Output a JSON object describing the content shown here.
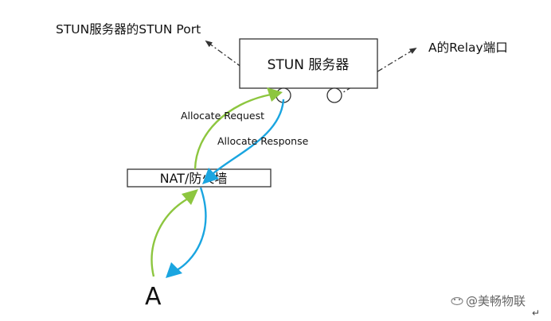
{
  "labels": {
    "stun_port": "STUN服务器的STUN Port",
    "relay_port": "A的Relay端口",
    "stun_server": "STUN 服务器",
    "allocate_request": "Allocate Request",
    "allocate_response": "Allocate Response",
    "nat_firewall": "NAT/防火墙",
    "client_a": "A",
    "watermark": "@美畅物联",
    "return_mark": "↵"
  },
  "colors": {
    "request_arrow": "#8dc63f",
    "response_arrow": "#1aa5e0",
    "dashed_line": "#333333",
    "box_border": "#333333"
  },
  "icons": {
    "watermark": "cloud-icon"
  }
}
